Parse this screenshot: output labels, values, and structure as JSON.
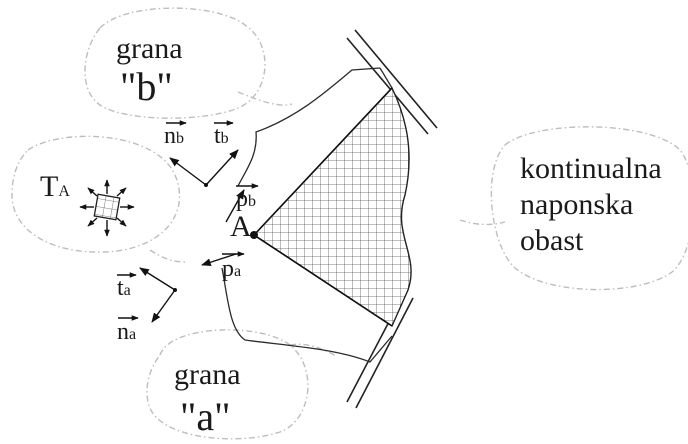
{
  "labels": {
    "branch_b_word": "grana",
    "branch_b_letter": "\"b\"",
    "branch_a_word": "grana",
    "branch_a_letter": "\"a\"",
    "tensor_T": "T",
    "tensor_sub": "A",
    "point_A": "A",
    "region_line1": "kontinualna",
    "region_line2": "naponska",
    "region_line3": "obast"
  },
  "vectors": {
    "n_b": {
      "letter": "n",
      "sub": "b"
    },
    "t_b": {
      "letter": "t",
      "sub": "b"
    },
    "p_b": {
      "letter": "p",
      "sub": "b"
    },
    "p_a": {
      "letter": "p",
      "sub": "a"
    },
    "t_a": {
      "letter": "t",
      "sub": "a"
    },
    "n_a": {
      "letter": "n",
      "sub": "a"
    }
  },
  "colors": {
    "ink": "#1a1a1a",
    "bubble": "#bdbdbd",
    "hatch": "#555555"
  }
}
